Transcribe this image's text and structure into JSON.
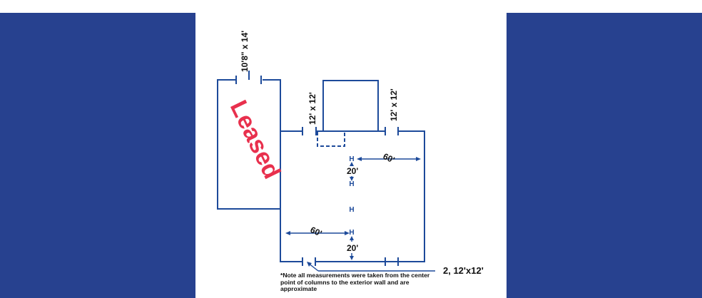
{
  "colors": {
    "brand_blue": "#27418f",
    "wall_blue": "#1d4a9a",
    "leased_red": "#e8304d",
    "text": "#111111"
  },
  "labels": {
    "door_top_left": "10'8\" x 14'",
    "door_mid": "12' x 12'",
    "door_right": "12' x 12'",
    "leased": "Leased",
    "dim_60_top": "60'",
    "dim_20_top": "20'",
    "dim_60_bottom": "60'",
    "dim_20_bottom": "20'",
    "doors_bottom": "2, 12'x12'"
  },
  "note": "*Note all measurements were taken from the center point of columns to the exterior wall and are approximate"
}
